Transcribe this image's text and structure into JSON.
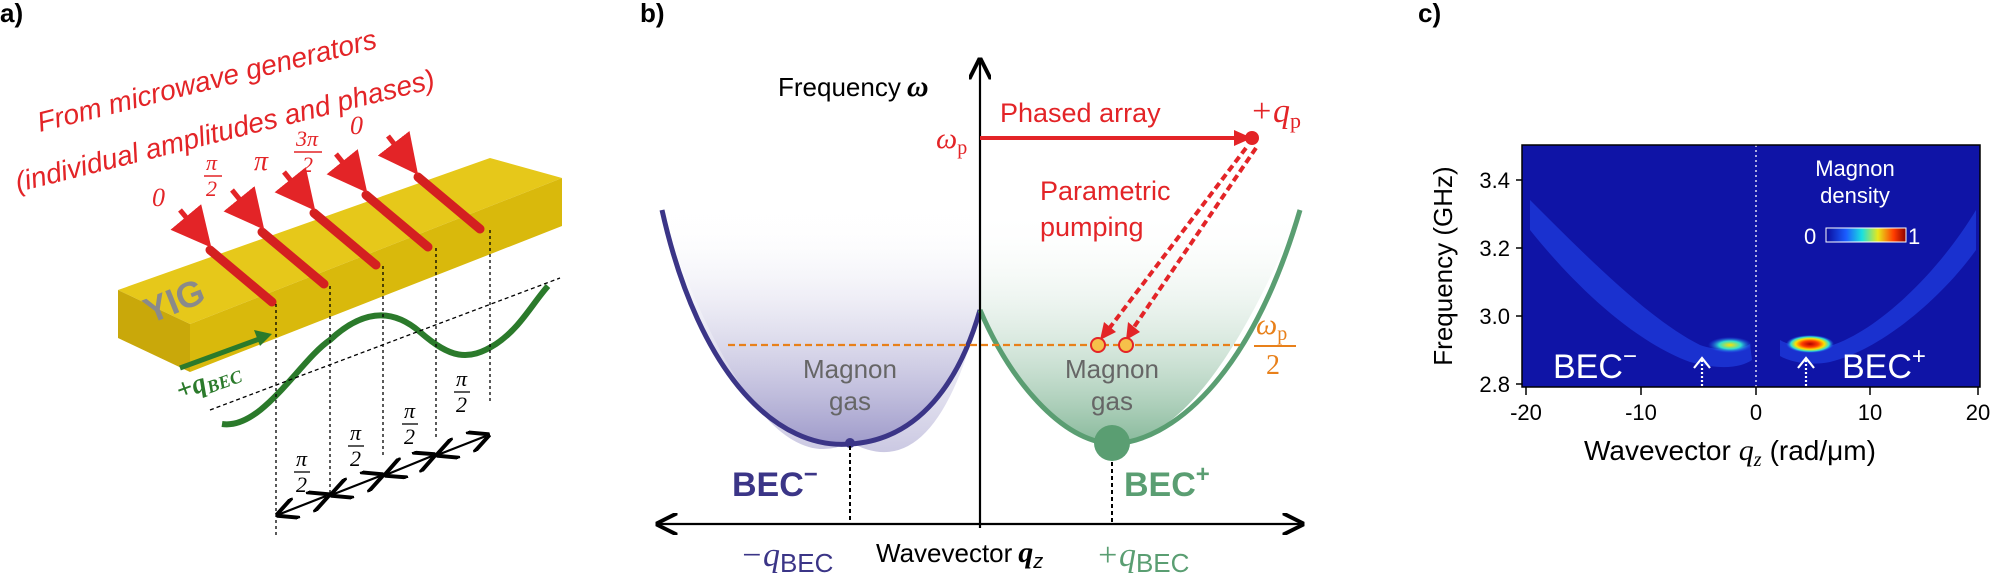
{
  "panel_a": {
    "label": "a)",
    "title_line1": "From microwave generators",
    "title_line2": "(individual amplitudes and phases)",
    "phase_labels": [
      {
        "num": "0",
        "den": ""
      },
      {
        "num": "π",
        "den": "2"
      },
      {
        "num": "π",
        "den": ""
      },
      {
        "num": "3π",
        "den": "2"
      },
      {
        "num": "0",
        "den": ""
      }
    ],
    "slab_label": "YIG",
    "wavevector_label": "+q",
    "wavevector_sub": "BEC",
    "spacing_num": "π",
    "spacing_den": "2",
    "colors": {
      "red": "#e32427",
      "gold": "#d4b000",
      "green": "#2b7a2b"
    }
  },
  "panel_b": {
    "label": "b)",
    "y_axis_label": "Frequency",
    "y_axis_symbol": "ω",
    "x_axis_label": "Wavevector",
    "x_axis_symbol": "q",
    "x_axis_sub": "z",
    "omega_p": "ω",
    "omega_p_sub": "p",
    "phased_array": "Phased array",
    "plus_qp": "+q",
    "plus_qp_sub": "p",
    "param_line1": "Parametric",
    "param_line2": "pumping",
    "half_num": "ω",
    "half_num_sub": "p",
    "half_den": "2",
    "gas_left_1": "Magnon",
    "gas_left_2": "gas",
    "gas_right_1": "Magnon",
    "gas_right_2": "gas",
    "bec_minus": "BEC",
    "bec_minus_sup": "−",
    "bec_plus": "BEC",
    "bec_plus_sup": "+",
    "minus_qbec": "−q",
    "minus_qbec_sub": "BEC",
    "plus_qbec": "+q",
    "plus_qbec_sub": "BEC",
    "colors": {
      "blue": "#3b3587",
      "green": "#5a9e72",
      "red": "#e32427",
      "orange": "#e8801a"
    }
  },
  "panel_c": {
    "label": "c)",
    "ylabel": "Frequency (GHz)",
    "xlabel": "Wavevector",
    "xlabel_symbol": "q",
    "xlabel_sub": "z",
    "xlabel_unit": "(rad/μm)",
    "yticks": [
      "3.4",
      "3.2",
      "3.0",
      "2.8"
    ],
    "xticks": [
      "-20",
      "-10",
      "0",
      "10",
      "20"
    ],
    "legend_title_1": "Magnon",
    "legend_title_2": "density",
    "legend_min": "0",
    "legend_max": "1",
    "bec_minus": "BEC",
    "bec_minus_sup": "−",
    "bec_plus": "BEC",
    "bec_plus_sup": "+"
  }
}
